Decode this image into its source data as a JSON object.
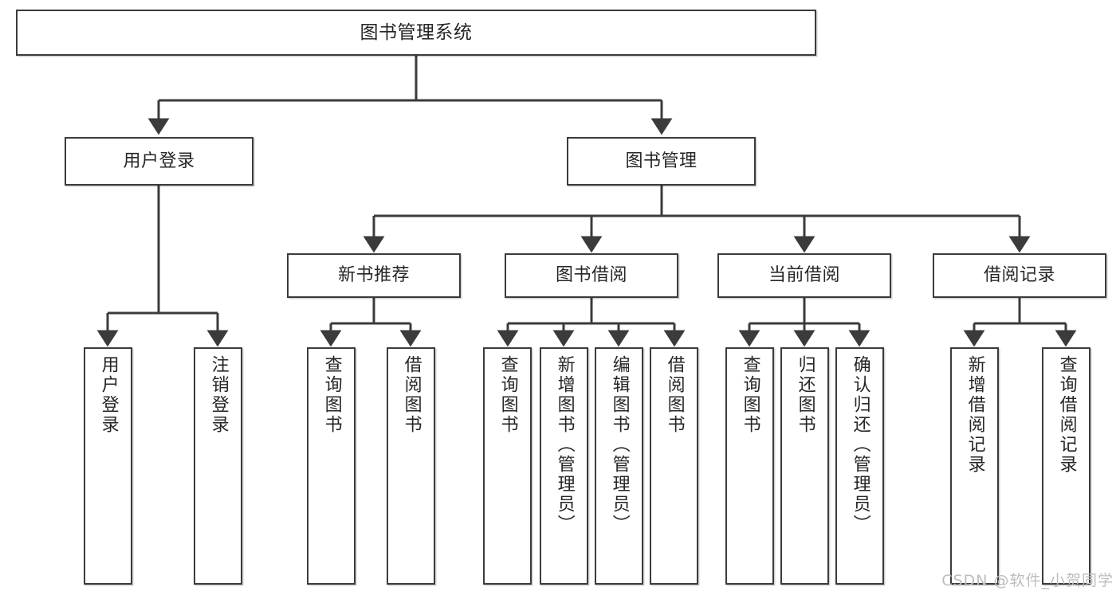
{
  "diagram": {
    "type": "tree-hierarchy",
    "title": "图书管理系统",
    "root": {
      "label": "图书管理系统"
    },
    "level2": [
      {
        "label": "用户登录"
      },
      {
        "label": "图书管理"
      }
    ],
    "level3": [
      {
        "label": "新书推荐"
      },
      {
        "label": "图书借阅"
      },
      {
        "label": "当前借阅"
      },
      {
        "label": "借阅记录"
      }
    ],
    "leaves": {
      "user_login": [
        {
          "label": "用户登录"
        },
        {
          "label": "注销登录"
        }
      ],
      "new_book_recommend": [
        {
          "label": "查询图书"
        },
        {
          "label": "借阅图书"
        }
      ],
      "book_borrow": [
        {
          "label": "查询图书"
        },
        {
          "label": "新增图书（管理员）"
        },
        {
          "label": "编辑图书（管理员）"
        },
        {
          "label": "借阅图书"
        }
      ],
      "current_borrow": [
        {
          "label": "查询图书"
        },
        {
          "label": "归还图书"
        },
        {
          "label": "确认归还（管理员）"
        }
      ],
      "borrow_record": [
        {
          "label": "新增借阅记录"
        },
        {
          "label": "查询借阅记录"
        }
      ]
    }
  },
  "watermark": {
    "text": "CSDN @软件_小贺同学"
  },
  "colors": {
    "border": "#3b3b3b",
    "text": "#262626",
    "background": "#ffffff",
    "watermark": "#bdbdbd"
  }
}
